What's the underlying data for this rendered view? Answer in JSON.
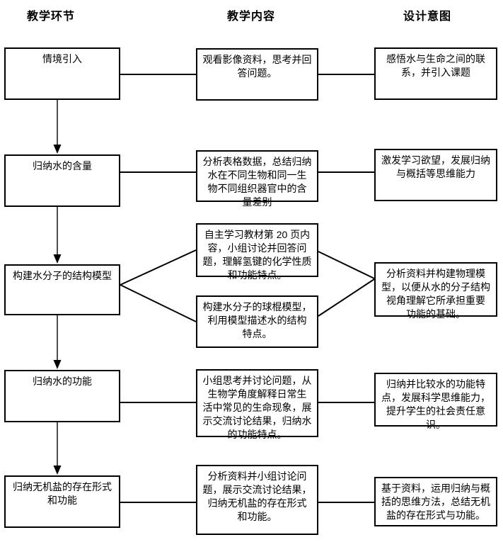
{
  "headers": {
    "stage": "教学环节",
    "content": "教学内容",
    "intent": "设计意图"
  },
  "stages": {
    "s1": "情境引入",
    "s2": "归纳水的含量",
    "s3": "构建水分子的结构模型",
    "s4": "归纳水的功能",
    "s5": "归纳无机盐的存在形式\n和功能"
  },
  "contents": {
    "c1": "观看影像资料，思考并回\n答问题。",
    "c2": "分析表格数据，总结归纳\n水在不同生物和同一生\n物不同组织器官中的含\n量差别",
    "c3a": "自主学习教材第 20 页内\n容，小组讨论并回答问\n题，理解氢键的化学性质\n和功能特点。",
    "c3b": "构建水分子的球棍模型，\n利用模型描述水的结构\n特点。",
    "c4": "小组思考并讨论问题，从\n生物学角度解释日常生\n活中常见的生命现象，展\n示交流讨论结果，归纳水\n的功能特点。",
    "c5": "分析资料并小组讨论问\n题，展示交流讨论结果，\n归纳无机盐的存在形式\n和功能。"
  },
  "intents": {
    "i1": "感悟水与生命之间的联\n系，并引入课题",
    "i2": "激发学习欲望，发展归纳\n与概括等思维能力",
    "i3": "分析资料并构建物理模\n型，以便从水的分子结构\n视角理解它所承担重要\n功能的基础。",
    "i4": "归纳并比较水的功能特\n点，发展科学思维能力，\n提升学生的社会责任意\n识。",
    "i5": "基于资料，运用归纳与概\n括的思维方法，总结无机\n盐的存在形式与功能。"
  },
  "colors": {
    "line": "#000000",
    "arrow_shaft": "#4d4d4d",
    "arrow_head": "#000000",
    "box_border": "#000000",
    "background": "#ffffff",
    "text": "#000000"
  }
}
